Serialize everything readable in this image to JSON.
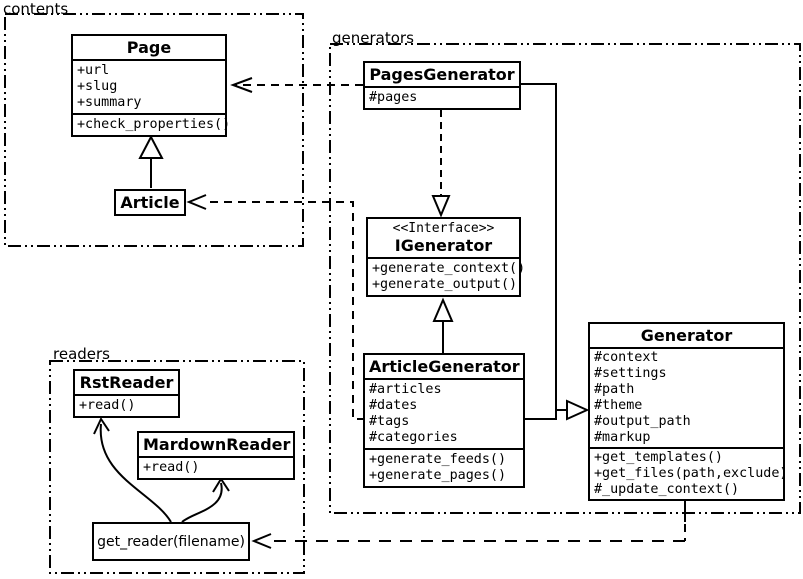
{
  "diagram_title": "UML class diagram",
  "colors": {
    "line": "#000000",
    "background": "#ffffff",
    "box_fill": "#ffffff"
  },
  "packages": {
    "contents": {
      "label": "contents"
    },
    "generators": {
      "label": "generators"
    },
    "readers": {
      "label": "readers"
    }
  },
  "classes": {
    "page": {
      "title": "Page",
      "attrs": [
        "+url",
        "+slug",
        "+summary"
      ],
      "methods": [
        "+check_properties()"
      ]
    },
    "article": {
      "title": "Article"
    },
    "pages_generator": {
      "title": "PagesGenerator",
      "attrs": [
        "#pages"
      ]
    },
    "igenerator": {
      "stereotype": "<<Interface>>",
      "title": "IGenerator",
      "methods": [
        "+generate_context()",
        "+generate_output()"
      ]
    },
    "article_generator": {
      "title": "ArticleGenerator",
      "attrs": [
        "#articles",
        "#dates",
        "#tags",
        "#categories"
      ],
      "methods": [
        "+generate_feeds()",
        "+generate_pages()"
      ]
    },
    "generator": {
      "title": "Generator",
      "attrs": [
        "#context",
        "#settings",
        "#path",
        "#theme",
        "#output_path",
        "#markup"
      ],
      "methods": [
        "+get_templates()",
        "+get_files(path,exclude)",
        "#_update_context()"
      ]
    },
    "rst_reader": {
      "title": "RstReader",
      "methods": [
        "+read()"
      ]
    },
    "mardown_reader": {
      "title": "MardownReader",
      "methods": [
        "+read()"
      ]
    },
    "get_reader": {
      "label": "get_reader(filename)"
    }
  },
  "relationships": [
    {
      "from": "Article",
      "to": "Page",
      "type": "inheritance-solid-hollow-triangle"
    },
    {
      "from": "PagesGenerator",
      "to": "IGenerator",
      "type": "realization-dashed-hollow-triangle"
    },
    {
      "from": "ArticleGenerator",
      "to": "IGenerator",
      "type": "inheritance-solid-hollow-triangle"
    },
    {
      "from": "PagesGenerator",
      "to": "Generator",
      "type": "inheritance-solid-hollow-triangle"
    },
    {
      "from": "ArticleGenerator",
      "to": "Generator",
      "type": "inheritance-solid-hollow-triangle"
    },
    {
      "from": "PagesGenerator",
      "to": "Page",
      "type": "dependency-dashed-open-arrow"
    },
    {
      "from": "ArticleGenerator",
      "to": "Article",
      "type": "dependency-dashed-open-arrow"
    },
    {
      "from": "Generator",
      "to": "get_reader(filename)",
      "type": "dependency-dashed-open-arrow"
    },
    {
      "from": "get_reader(filename)",
      "to": "RstReader",
      "type": "association-curved-open-arrow"
    },
    {
      "from": "get_reader(filename)",
      "to": "MardownReader",
      "type": "association-curved-open-arrow"
    }
  ]
}
